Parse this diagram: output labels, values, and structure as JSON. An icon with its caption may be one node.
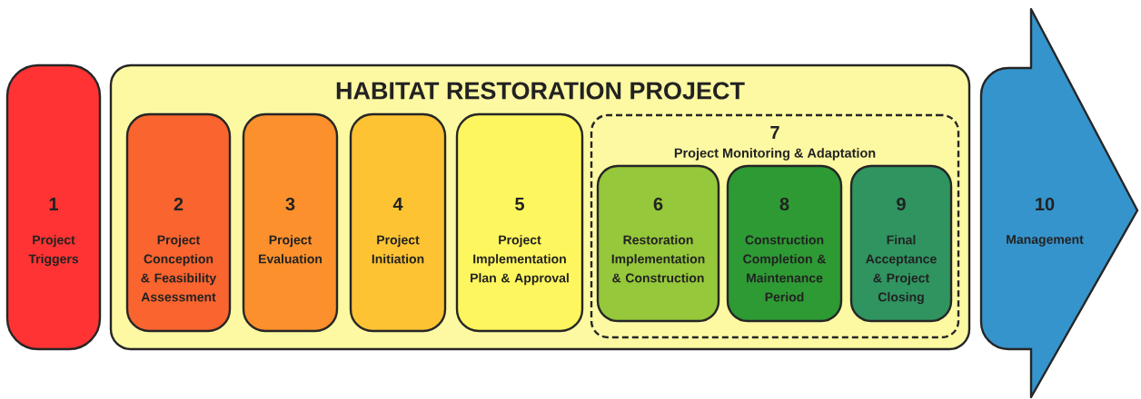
{
  "diagram": {
    "nodes": [
      {
        "text": [
          "1",
          "Project Triggers"
        ]
      },
      {
        "text": [
          "HABITAT RESTORATION PROJECT"
        ]
      },
      {
        "text": [
          "2",
          "Project Conception & Feasibility Assessment"
        ],
        "in": 1
      },
      {
        "text": [
          "3",
          "Project Evaluation"
        ],
        "in": 1
      },
      {
        "text": [
          "4",
          "Project Initiation"
        ],
        "in": 1
      },
      {
        "text": [
          "5",
          "Project Implementation Plan & Approval"
        ],
        "in": 1
      },
      {
        "text": [
          "7",
          "Project Monitoring & Adaptation"
        ],
        "in": 1
      },
      {
        "text": [
          "6",
          "Restoration Implementation & Construction"
        ],
        "in": 6
      },
      {
        "text": [
          "8",
          "Construction Completion & Maintenance Period"
        ],
        "in": 6
      },
      {
        "text": [
          "9",
          "Final Acceptance & Project Closing"
        ],
        "in": 6
      },
      {
        "text": [
          "10",
          "Management"
        ]
      }
    ]
  }
}
